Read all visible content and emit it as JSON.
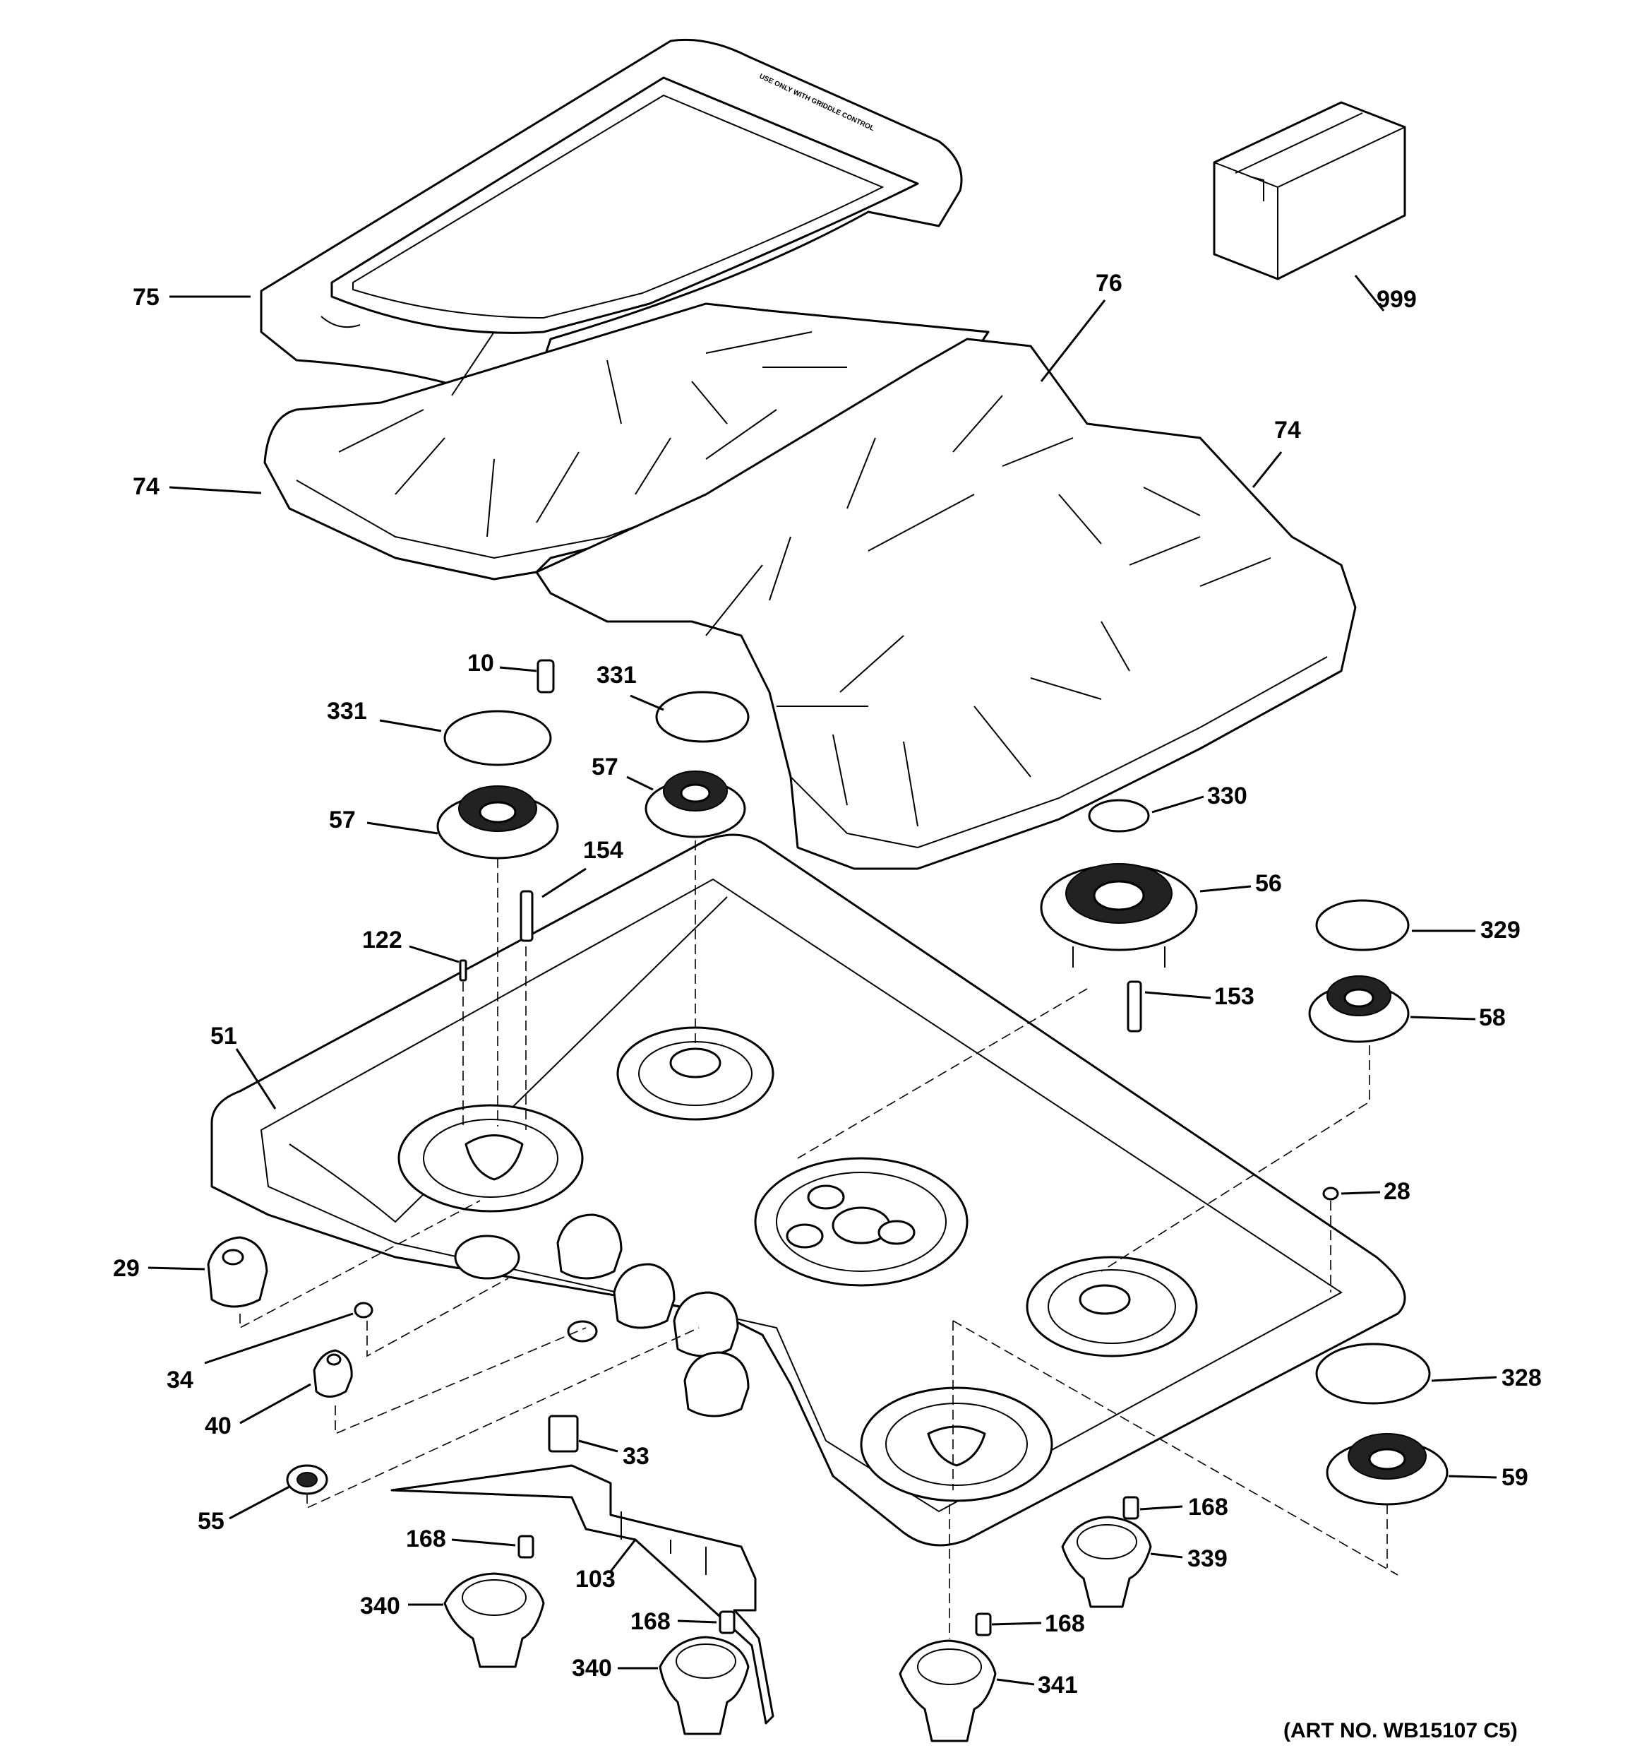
{
  "diagram": {
    "griddle_stamp": "USE ONLY WITH GRIDDLE CONTROL",
    "art_number": "(ART NO. WB15107 C5)",
    "callouts": {
      "c75": "75",
      "c74_left": "74",
      "c76": "76",
      "c74_right": "74",
      "c999": "999",
      "c10": "10",
      "c331_left": "331",
      "c331_center": "331",
      "c57_left": "57",
      "c57_center": "57",
      "c154": "154",
      "c122": "122",
      "c330": "330",
      "c56": "56",
      "c329": "329",
      "c153": "153",
      "c58": "58",
      "c51": "51",
      "c28": "28",
      "c29": "29",
      "c34": "34",
      "c40": "40",
      "c33": "33",
      "c328": "328",
      "c59": "59",
      "c55": "55",
      "c168_a": "168",
      "c103": "103",
      "c168_b": "168",
      "c339": "339",
      "c340_a": "340",
      "c168_c": "168",
      "c168_d": "168",
      "c340_b": "340",
      "c341": "341"
    }
  }
}
